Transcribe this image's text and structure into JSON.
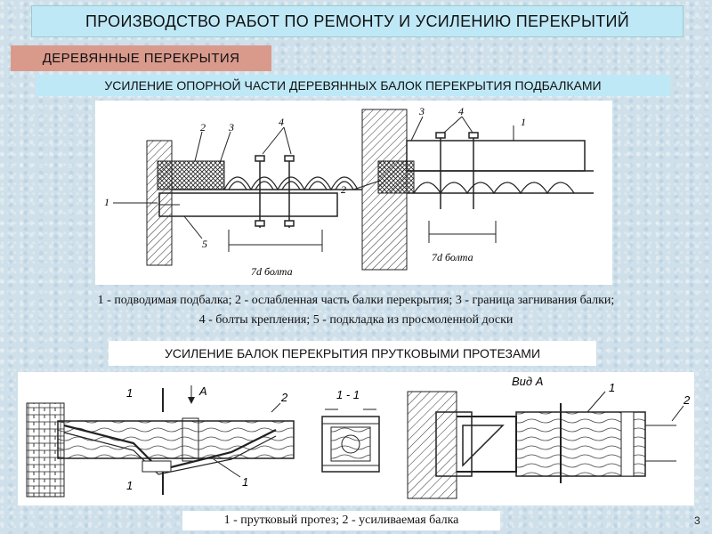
{
  "title": "ПРОИЗВОДСТВО РАБОТ ПО РЕМОНТУ И УСИЛЕНИЮ ПЕРЕКРЫТИЙ",
  "section_label": "ДЕРЕВЯННЫЕ ПЕРЕКРЫТИЯ",
  "subtitle1": "УСИЛЕНИЕ ОПОРНОЙ ЧАСТИ ДЕРЕВЯННЫХ БАЛОК ПЕРЕКРЫТИЯ ПОДБАЛКАМИ",
  "diagram1": {
    "left_labels": {
      "n1": "1",
      "n2": "2",
      "n3": "3",
      "n4": "4",
      "n5": "5",
      "bolt": "7d болта"
    },
    "right_labels": {
      "n1": "1",
      "n2": "2",
      "n3": "3",
      "n4": "4",
      "bolt": "7d болта"
    }
  },
  "caption1_line1": "1 - подводимая подбалка; 2 - ослабленная часть балки перекрытия; 3 - граница загнивания балки;",
  "caption1_line2": "4 - болты крепления; 5 - подкладка из просмоленной доски",
  "subtitle2": "УСИЛЕНИЕ БАЛОК ПЕРЕКРЫТИЯ ПРУТКОВЫМИ ПРОТЕЗАМИ",
  "diagram2": {
    "section_mark_top": "1",
    "arrow_label": "A",
    "section_mark_bottom": "1",
    "n1": "1",
    "n2": "2",
    "section_title": "1 - 1",
    "view_title": "Вид A",
    "view_n1": "1",
    "view_n2": "2"
  },
  "caption2": "1 - прутковый протез; 2 - усиливаемая балка",
  "page_number": "3"
}
